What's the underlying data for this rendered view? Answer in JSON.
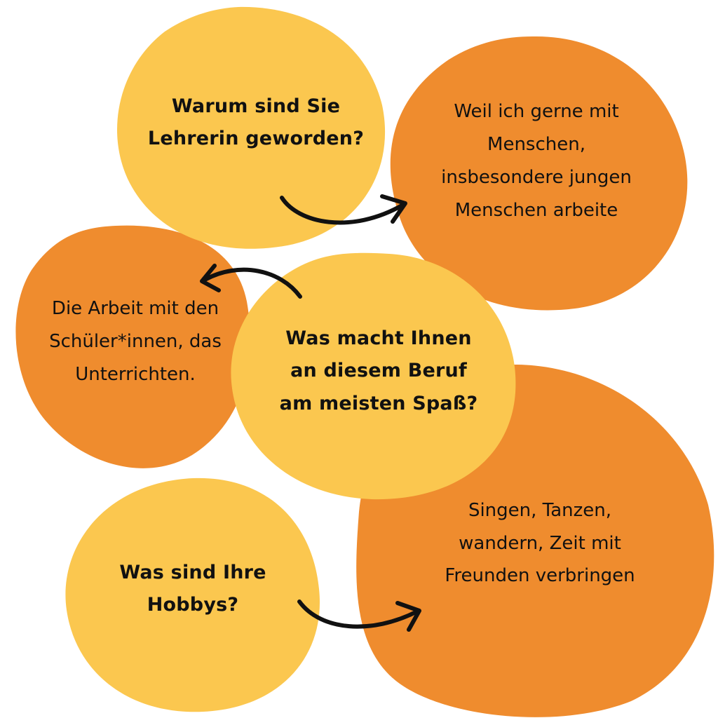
{
  "colors": {
    "background": "#ffffff",
    "question_bubble": "#fbc74f",
    "answer_bubble": "#ef8c2e",
    "arrow": "#111111",
    "text": "#111111"
  },
  "bubbles": {
    "q1": {
      "text": "Warum sind Sie Lehrerin geworden?"
    },
    "a1": {
      "text": "Weil ich gerne mit Menschen, insbesondere jungen Menschen arbeite"
    },
    "q2": {
      "text": "Was macht Ihnen an diesem Beruf am meisten Spaß?"
    },
    "a2": {
      "text": "Die Arbeit mit den Schüler*innen, das Unterrichten."
    },
    "q3": {
      "text": "Was sind Ihre Hobbys?"
    },
    "a3": {
      "text": "Singen, Tanzen, wandern, Zeit mit Freunden verbringen"
    }
  },
  "connections": [
    {
      "from": "q1",
      "to": "a1"
    },
    {
      "from": "q2",
      "to": "a2"
    },
    {
      "from": "q3",
      "to": "a3"
    }
  ]
}
